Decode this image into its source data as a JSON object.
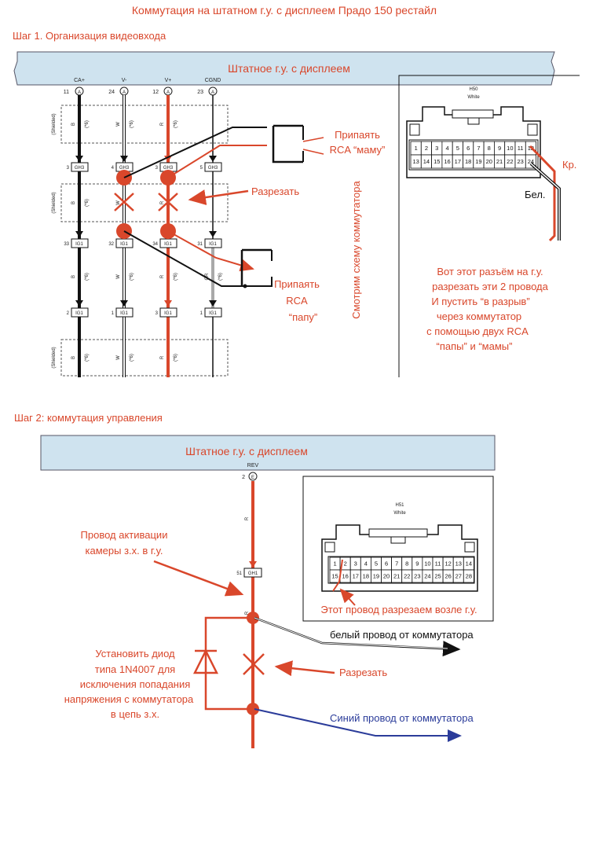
{
  "title": "Коммутация на штатном г.у. с дисплеем Прадо 150 рестайл",
  "step1": {
    "heading": "Шаг 1. Организация видеовхода",
    "bus_label": "Штатное г.у. с дисплеем",
    "signals": [
      "CA+",
      "V-",
      "V+",
      "CGND"
    ],
    "pins": [
      "11",
      "24",
      "12",
      "23"
    ],
    "pin_letter": "A",
    "shielded": "(Shielded)",
    "wire_codes": [
      "B",
      "W",
      "R",
      "GR"
    ],
    "wire_note": "(*6)",
    "connectors": {
      "gh3": "GH3",
      "ig1": "IG1"
    },
    "gh3_pins": [
      "3",
      "4",
      "3",
      "5"
    ],
    "ig1_pins_top": [
      "33",
      "32",
      "34",
      "31"
    ],
    "ig1_pins_bottom": [
      "2",
      "1",
      "3",
      "1"
    ],
    "label_solder_female": "Припаять",
    "label_solder_female2": "RCA “маму”",
    "label_cut": "Разрезать",
    "label_solder_male": "Припаять",
    "label_solder_male2": "RCA",
    "label_solder_male3": "“папу”",
    "label_vertical": "Смотрим схему коммутатора",
    "connector_name": "H50",
    "connector_color": "White",
    "connector_row1": [
      "1",
      "2",
      "3",
      "4",
      "5",
      "6",
      "7",
      "8",
      "9",
      "10",
      "11",
      "12"
    ],
    "connector_row2": [
      "13",
      "14",
      "15",
      "16",
      "17",
      "18",
      "19",
      "20",
      "21",
      "22",
      "23",
      "24"
    ],
    "label_red": "Кр.",
    "label_white": "Бел.",
    "note_lines": [
      "Вот этот разъём на г.у.",
      "разрезать эти 2 провода",
      "И пустить “в разрыв”",
      "через коммутатор",
      "с помощью двух RCA",
      "“папы” и “мамы”"
    ]
  },
  "step2": {
    "heading": "Шаг 2: коммутация управления",
    "bus_label": "Штатное г.у. с дисплеем",
    "signal": "REV",
    "pin": "2",
    "pin_letter": "E",
    "wire_code": "R",
    "connector": "GH1",
    "connector_pin": "51",
    "label_activation1": "Провод активации",
    "label_activation2": "камеры з.х. в г.у.",
    "label_diode1": "Установить диод",
    "label_diode2": "типа 1N4007 для",
    "label_diode3": "исключения попадания",
    "label_diode4": "напряжения с коммутатора",
    "label_diode5": "в цепь з.х.",
    "label_cut": "Разрезать",
    "label_white_wire": "белый провод от коммутатора",
    "label_blue_wire": "Синий провод от коммутатора",
    "connector_name": "H51",
    "connector_color": "White",
    "connector_row1": [
      "1",
      "2",
      "3",
      "4",
      "5",
      "6",
      "7",
      "8",
      "9",
      "10",
      "11",
      "12",
      "13",
      "14"
    ],
    "connector_row2": [
      "15",
      "16",
      "17",
      "18",
      "19",
      "20",
      "21",
      "22",
      "23",
      "24",
      "25",
      "26",
      "27",
      "28"
    ],
    "label_cut_near": "Этот провод разрезаем возле г.у."
  },
  "colors": {
    "accent_red": "#d9472b",
    "bus_fill": "#cfe3ef",
    "blue_wire": "#2b3c9a",
    "gray_wire": "#a9a9a9"
  }
}
